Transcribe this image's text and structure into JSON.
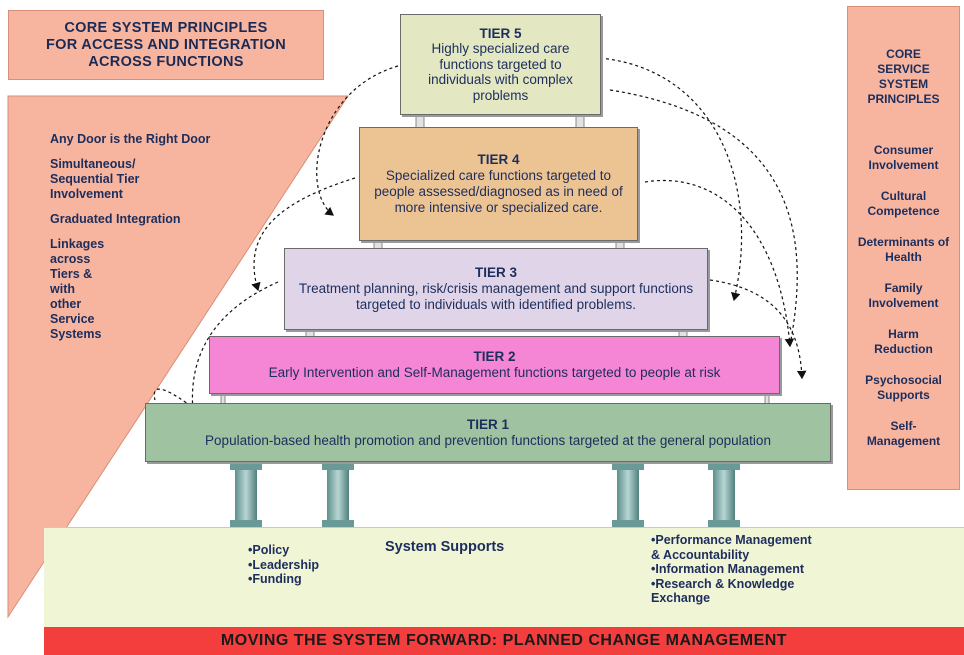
{
  "title_left": {
    "line1": "CORE SYSTEM PRINCIPLES",
    "line2": "FOR ACCESS AND INTEGRATION",
    "line3": "ACROSS FUNCTIONS"
  },
  "left_principles": [
    "Any Door is the Right Door",
    "Simultaneous/ Sequential Tier Involvement",
    "Graduated Integration",
    "Linkages across Tiers & with other Service Systems"
  ],
  "tiers": {
    "tier5": {
      "title": "TIER 5",
      "text": "Highly specialized care functions targeted to individuals with complex problems"
    },
    "tier4": {
      "title": "TIER 4",
      "text": "Specialized care functions targeted to people assessed/diagnosed as in need of more intensive or specialized care."
    },
    "tier3": {
      "title": "TIER 3",
      "text": "Treatment planning, risk/crisis management and support functions targeted to individuals with identified problems."
    },
    "tier2": {
      "title": "TIER 2",
      "text": "Early Intervention and Self-Management functions targeted to people at risk"
    },
    "tier1": {
      "title": "TIER 1",
      "text": "Population-based health promotion and prevention functions targeted at the general population"
    }
  },
  "right_panel": {
    "heading_line1": "CORE",
    "heading_line2": "SERVICE",
    "heading_line3": "SYSTEM",
    "heading_line4": "PRINCIPLES",
    "items": [
      "Consumer Involvement",
      "Cultural Competence",
      "Determinants of Health",
      "Family Involvement",
      "Harm Reduction",
      "Psychosocial Supports",
      "Self-Management"
    ]
  },
  "system_supports": {
    "title": "System Supports",
    "left_items": [
      "•Policy",
      "•Leadership",
      "•Funding"
    ],
    "right_items": [
      "•Performance Management",
      "& Accountability",
      "•Information Management",
      "•Research & Knowledge",
      "Exchange"
    ]
  },
  "banner": "MOVING THE SYSTEM FORWARD: PLANNED CHANGE MANAGEMENT",
  "colors": {
    "salmon": "#f7b59f",
    "tier5": "#e3e8c2",
    "tier4": "#ecc494",
    "tier3": "#e0d5e8",
    "tier2": "#f585d5",
    "tier1": "#9fc2a0",
    "banner": "#f43d3d",
    "text": "#1d2d5c"
  }
}
